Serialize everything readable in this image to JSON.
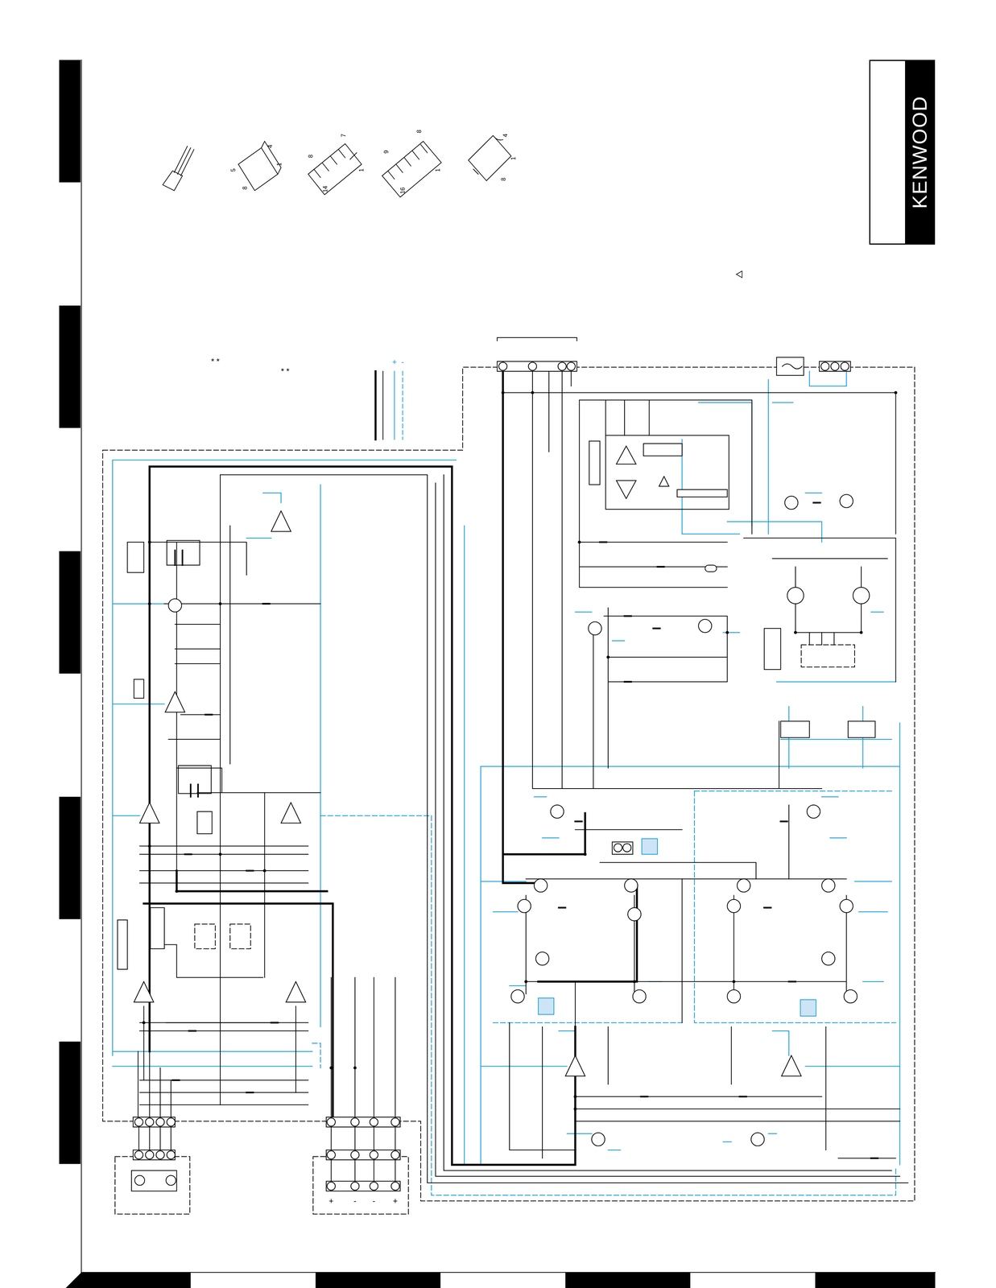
{
  "diagram": {
    "nodes": [
      {
        "text": [
          "KENWOOD"
        ]
      }
    ],
    "labels": [
      "5",
      "8",
      "4",
      "1",
      "8",
      "7",
      "14",
      "1",
      "9",
      "8",
      "16",
      "1",
      "4",
      "1",
      "8",
      "* *",
      "* *",
      "+",
      "-",
      "+",
      "-",
      "-",
      "+"
    ]
  }
}
